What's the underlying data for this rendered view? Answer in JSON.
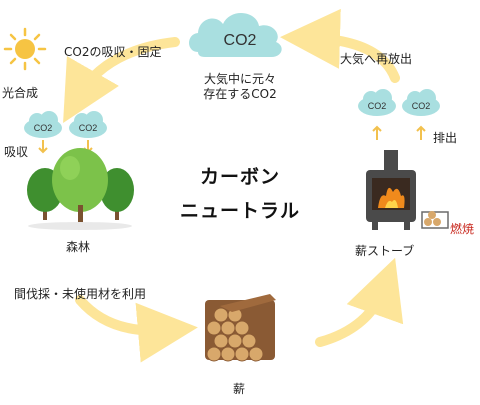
{
  "title": {
    "line1": "カーボン",
    "line2": "ニュートラル"
  },
  "cloud_main": {
    "label": "CO2",
    "caption_line1": "大気中に元々",
    "caption_line2": "存在するCO2"
  },
  "small_clouds": {
    "label": "CO2"
  },
  "labels": {
    "absorb_fix": "CO2の吸収・固定",
    "photosynthesis": "光合成",
    "absorption": "吸収",
    "forest": "森林",
    "thinning": "間伐採・未使用材を利用",
    "firewood": "薪",
    "stove": "薪ストーブ",
    "combustion": "燃焼",
    "emission": "排出",
    "re_release": "大気へ再放出"
  },
  "colors": {
    "cloud": "#a9dfe0",
    "arrow": "#fde599",
    "small_arrow": "#f2c14e",
    "sun": "#f6c443",
    "tree_dark": "#3f8f2f",
    "tree_light": "#7cc24a",
    "trunk": "#7a5230",
    "wood": "#b98a55",
    "stove": "#4a4a4a",
    "fire": "#f08a1c",
    "combustion_text": "#c8281e"
  }
}
